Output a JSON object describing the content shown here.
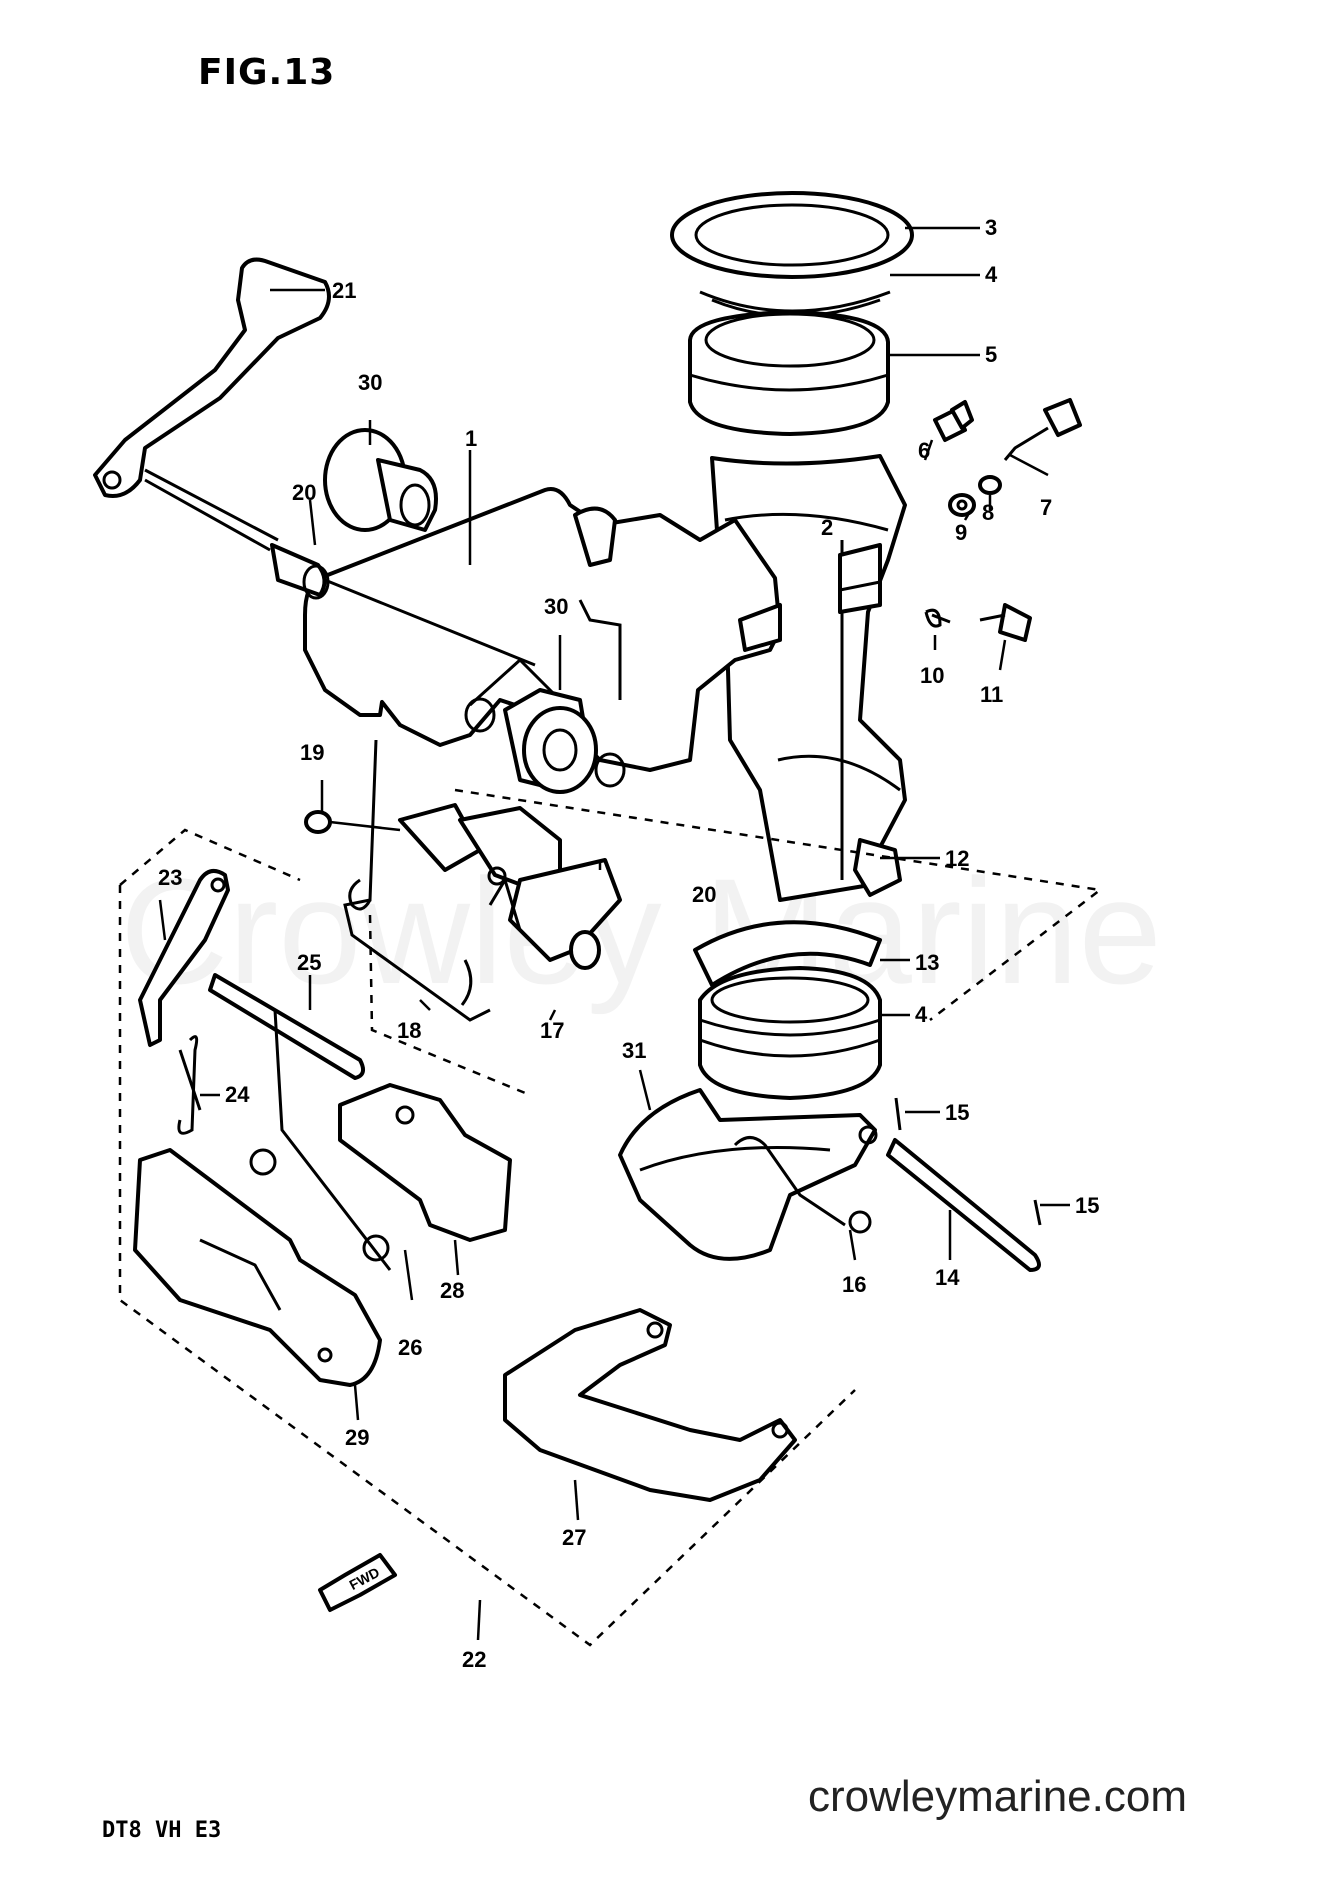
{
  "figure": {
    "title": "FIG.13",
    "model": "DT8 VH E3",
    "site": "crowleymarine.com",
    "watermark": "Crowley Marine"
  },
  "labels": {
    "l1": "1",
    "l2": "2",
    "l3": "3",
    "l4a": "4",
    "l4b": "4",
    "l5": "5",
    "l6": "6",
    "l7": "7",
    "l8": "8",
    "l9": "9",
    "l10": "10",
    "l11": "11",
    "l12": "12",
    "l13": "13",
    "l14": "14",
    "l15a": "15",
    "l15b": "15",
    "l16": "16",
    "l17": "17",
    "l18": "18",
    "l19": "19",
    "l20a": "20",
    "l20b": "20",
    "l21": "21",
    "l22": "22",
    "l23": "23",
    "l24": "24",
    "l25": "25",
    "l26": "26",
    "l27": "27",
    "l28": "28",
    "l29": "29",
    "l30a": "30",
    "l30b": "30",
    "l31": "31"
  },
  "fwd_arrow": "FWD"
}
